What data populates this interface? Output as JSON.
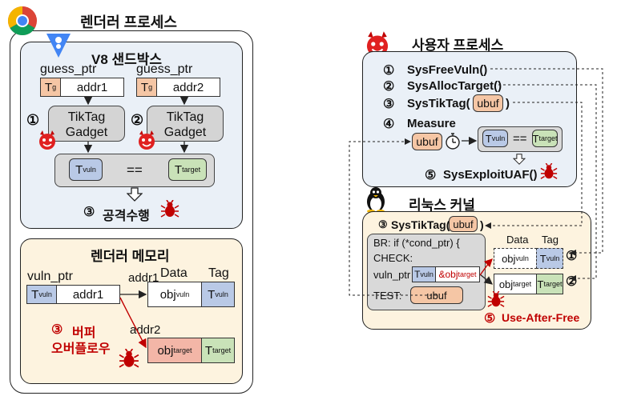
{
  "left": {
    "renderer_title": "렌더러 프로세스",
    "sandbox_title": "V8 샌드박스",
    "guess1": "guess_ptr",
    "guess2": "guess_ptr",
    "tag_g": "T",
    "tag_g_sub": "g",
    "addr1": "addr1",
    "addr2": "addr2",
    "step1": "①",
    "step2": "②",
    "gadget_line1": "TikTag",
    "gadget_line2": "Gadget",
    "t_vuln": "T",
    "t_vuln_sub": "vuln",
    "eq": "==",
    "t_target": "T",
    "t_target_sub": "target",
    "attack_num": "③",
    "attack_label": "공격수행",
    "memory_title": "렌더러 메모리",
    "vuln_ptr": "vuln_ptr",
    "addr1_label": "addr1",
    "addr2_label": "addr2",
    "data_header": "Data",
    "tag_header": "Tag",
    "obj": "obj",
    "obj_vuln_sub": "vuln",
    "obj_target_sub": "target",
    "overflow_num": "③",
    "overflow_line1": "버퍼",
    "overflow_line2": "오버플로우"
  },
  "right": {
    "user_title": "사용자 프로세스",
    "n1": "①",
    "s1": "SysFreeVuln()",
    "n2": "②",
    "s2": "SysAllocTarget()",
    "n3": "③",
    "s3a": "SysTikTag(",
    "s3b": "ubuf",
    "s3c": ")",
    "n4": "④",
    "s4": "Measure",
    "ubuf": "ubuf",
    "eq": "==",
    "n5": "⑤",
    "s5": "SysExploitUAF()",
    "kernel_title": "리눅스 커널",
    "k_num": "③",
    "k_call": "SysTikTag(",
    "k_arg": "ubuf",
    "k_close": ")",
    "br": "BR: if (*cond_ptr) {",
    "check": "CHECK:",
    "vuln_ptr": "vuln_ptr",
    "amp_obj": "&obj",
    "amp_sub": "target",
    "test": "TEST:",
    "data_header": "Data",
    "tag_header": "Tag",
    "obj": "obj",
    "uaf_num": "⑤",
    "uaf_label": "Use-After-Free"
  }
}
